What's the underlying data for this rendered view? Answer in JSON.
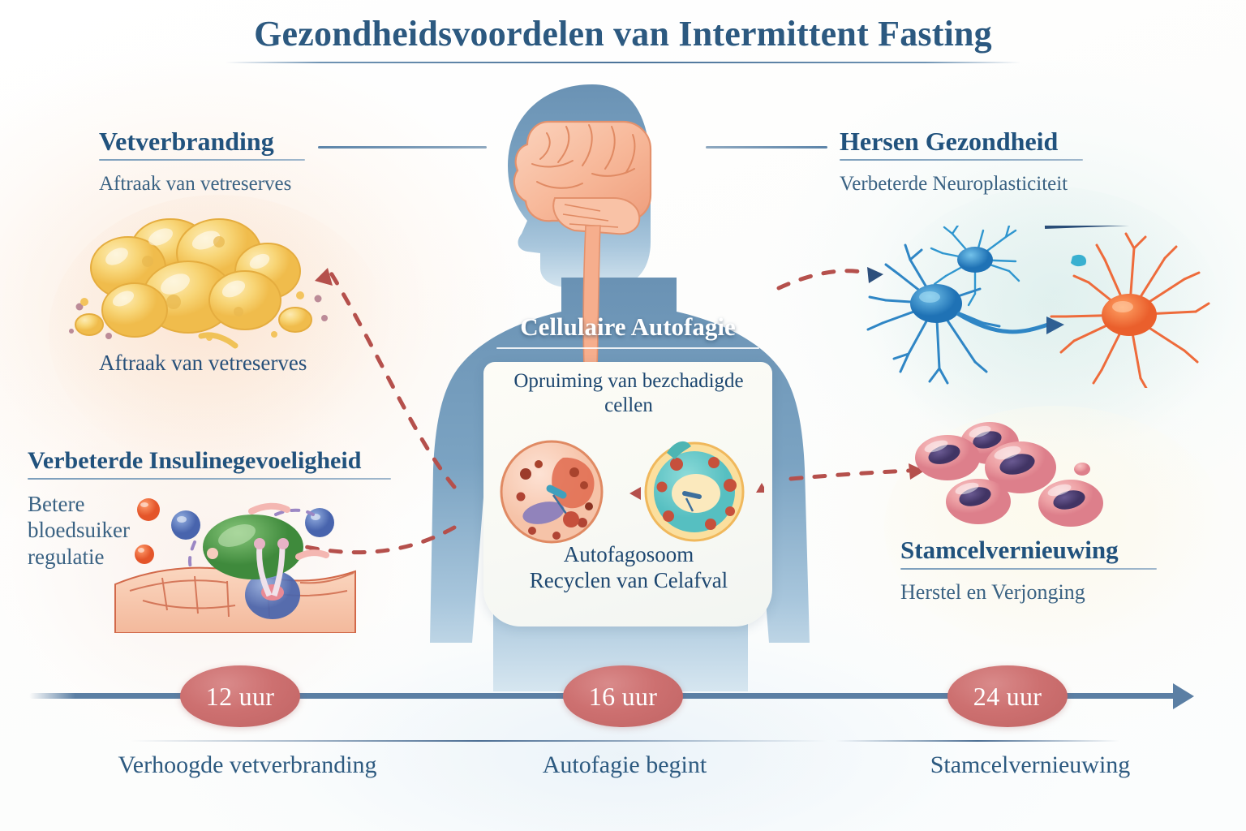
{
  "header": {
    "title": "Gezondheidsvoordelen van Intermittent Fasting"
  },
  "panels": {
    "fat_burning": {
      "heading": "Vetverbranding",
      "subtitle": "Aftraak van vetreserves",
      "caption": "Aftraak van vetreserves",
      "illustration": "fat-globules-illustration"
    },
    "brain_health": {
      "heading": "Hersen Gezondheid",
      "subtitle": "Verbeterde Neuroplasticiteit",
      "illustration": "neurons-illustration"
    },
    "insulin": {
      "heading": "Verbeterde Insulinegevoeligheid",
      "subtitle": "Betere bloedsuiker regulatie",
      "illustration": "insulin-receptor-illustration"
    },
    "stem_cells": {
      "heading": "Stamcelvernieuwing",
      "subtitle": "Herstel en Verjonging",
      "illustration": "stem-cells-illustration"
    },
    "center": {
      "heading": "Cellulaire Autofagie",
      "subtitle": "Opruiming van bezchadigde cellen",
      "caption_line1": "Autofagosoom",
      "caption_line2": "Recyclen van Celafval",
      "illustration": "autophagy-cells-illustration"
    }
  },
  "chart_data": {
    "type": "timeline",
    "title": "Gezondheidsvoordelen van Intermittent Fasting",
    "axis_label": "",
    "milestones": [
      {
        "badge": "12 uur",
        "hours": 12,
        "caption": "Verhoogde vetverbranding"
      },
      {
        "badge": "16 uur",
        "hours": 16,
        "caption": "Autofagie begint"
      },
      {
        "badge": "24 uur",
        "hours": 24,
        "caption": "Stamcelvernieuwing"
      }
    ],
    "xlim": [
      0,
      30
    ],
    "direction": "left-to-right-arrow"
  },
  "colors": {
    "title_blue": "#2c5980",
    "heading_blue": "#21527d",
    "body_silhouette": "#6b93b5",
    "badge_red": "#cd7070",
    "axis_blue": "#5b7fa4",
    "fat_yellow": "#f5c council",
    "brain_peach": "#f6b394",
    "neuron_blue": "#2f86c5",
    "neuron_orange": "#ee6b3b",
    "stem_pink": "#e79aa4",
    "insulin_green": "#4f9b4a"
  }
}
